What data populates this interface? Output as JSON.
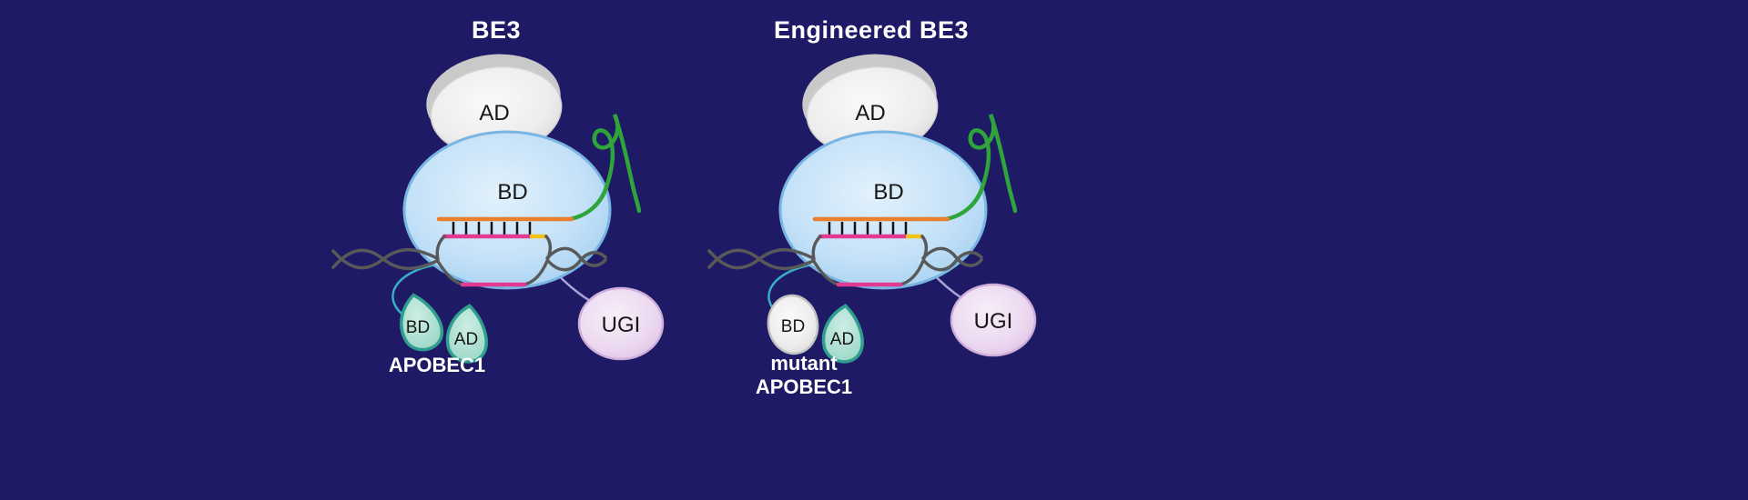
{
  "figure": {
    "background_color": "#1f1a66"
  },
  "colors": {
    "navy_background": "#1f1a66",
    "title_white": "#ffffff",
    "cas9_blue_fill": "#c4e1f8",
    "cas9_blue_stroke": "#79b5e3",
    "ad_gray_fill": "#ededed",
    "sgrna_green": "#2ea43b",
    "guide_rna_orange": "#e87f2e",
    "target_strand_pink": "#e23a90",
    "pam_yellow": "#f2c218",
    "dna_gray": "#595959",
    "apobec_teal_fill": "#9fd8ca",
    "apobec_teal_stroke": "#2f9e8f",
    "mutant_gray_stroke": "#c2c2c2",
    "ugi_pink_fill": "#ecd9f0",
    "ugi_pink_stroke": "#cfaeda",
    "linker_cyan": "#38aec8",
    "linker_lavender": "#aaa4d8"
  },
  "panels": {
    "left": {
      "title": "BE3",
      "ad_label": "AD",
      "bd_label": "BD",
      "apobec_bd_label": "BD",
      "apobec_ad_label": "AD",
      "ugi_label": "UGI",
      "name_line1": "APOBEC1",
      "name_line2": ""
    },
    "right": {
      "title": "Engineered BE3",
      "ad_label": "AD",
      "bd_label": "BD",
      "apobec_bd_label": "BD",
      "apobec_ad_label": "AD",
      "ugi_label": "UGI",
      "name_line1": "mutant",
      "name_line2": "APOBEC1"
    }
  }
}
